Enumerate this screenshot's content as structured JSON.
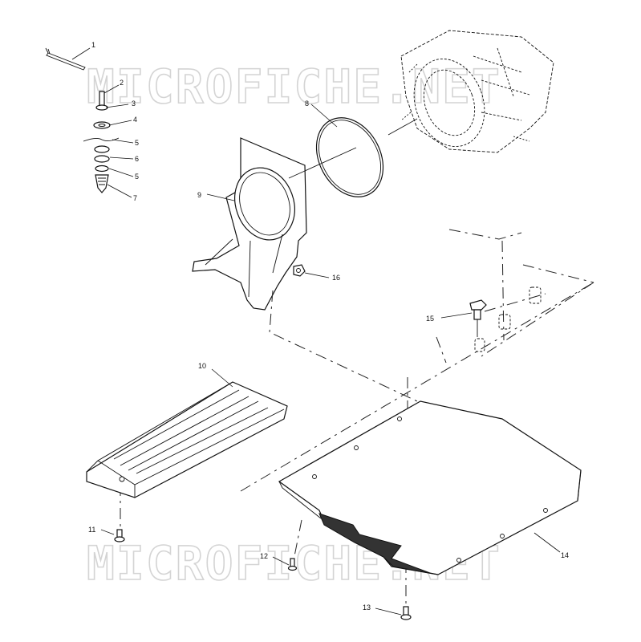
{
  "watermark": {
    "text": "MICROFICHE.NET"
  },
  "callouts": {
    "c1": "1",
    "c2": "2",
    "c3": "3",
    "c4": "4",
    "c5a": "5",
    "c6": "6",
    "c5b": "5",
    "c7": "7",
    "c8": "8",
    "c9": "9",
    "c10": "10",
    "c11": "11",
    "c12": "12",
    "c13": "13",
    "c14": "14",
    "c15": "15",
    "c16": "16"
  }
}
